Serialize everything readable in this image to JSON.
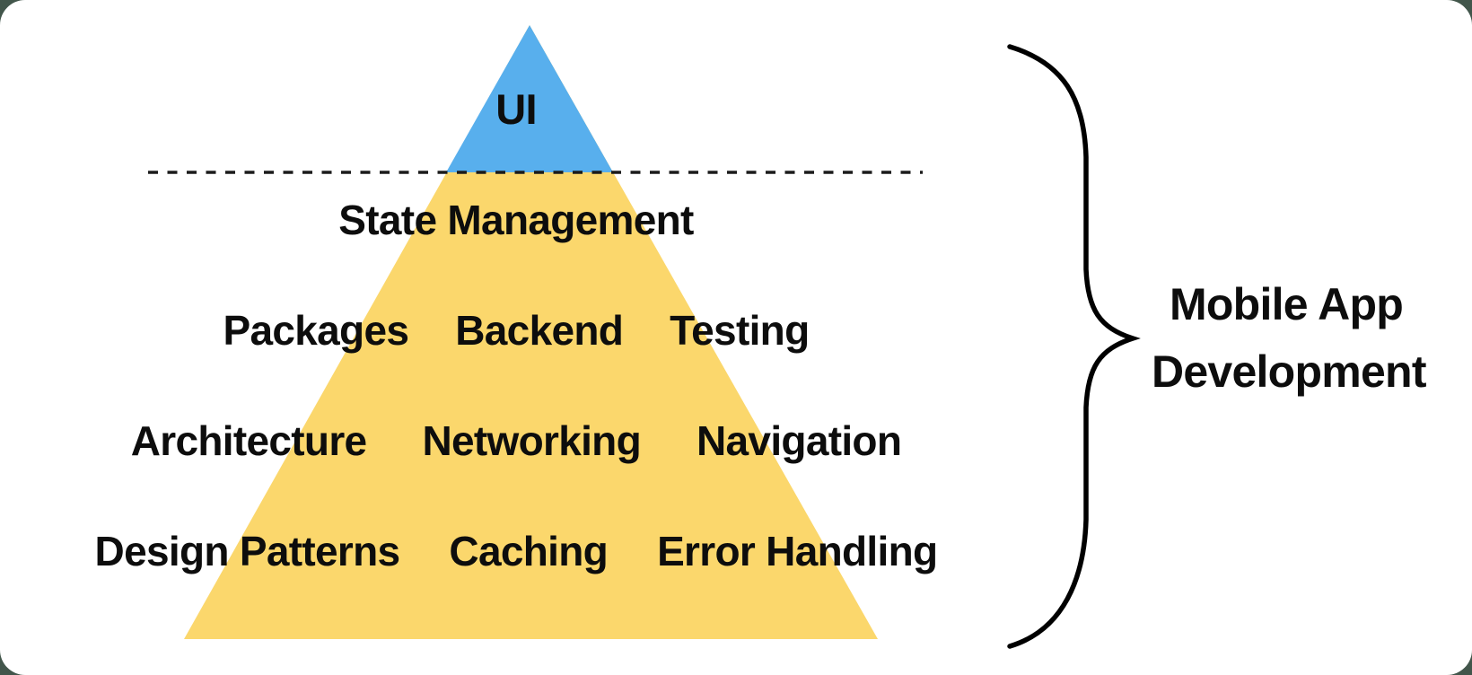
{
  "page": {
    "background_color": "#42564B",
    "card_color": "#FFFFFF",
    "text_color": "#0D0D0D"
  },
  "pyramid": {
    "top_section": {
      "label": "UI",
      "color": "#58AFED"
    },
    "body_color": "#FBD76C",
    "divider": {
      "style": "dashed",
      "color": "#1B1B1B"
    },
    "rows": [
      {
        "items": [
          "State Management"
        ]
      },
      {
        "items": [
          "Packages",
          "Backend",
          "Testing"
        ]
      },
      {
        "items": [
          "Architecture",
          "Networking",
          "Navigation"
        ]
      },
      {
        "items": [
          "Design Patterns",
          "Caching",
          "Error Handling"
        ]
      }
    ]
  },
  "brace": {
    "color": "#000000",
    "label_line1": "Mobile App",
    "label_line2": "Development"
  }
}
